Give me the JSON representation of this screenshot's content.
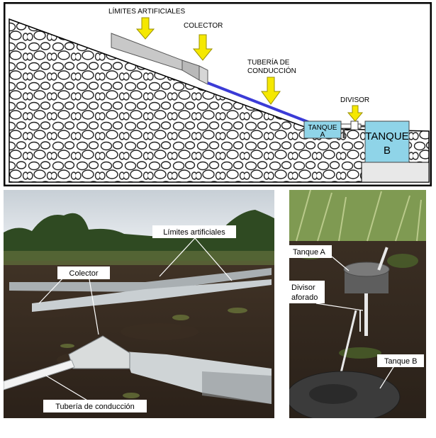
{
  "diagram": {
    "label_limites": "LÍMITES ARTIFICIALES",
    "label_colector": "COLECTOR",
    "label_tuberia_line1": "TUBERÍA DE",
    "label_tuberia_line2": "CONDUCCIÓN",
    "label_divisor": "DIVISOR",
    "tank_a_line1": "TANQUE",
    "tank_a_line2": "A",
    "tank_b_line1": "TANQUE",
    "tank_b_line2": "B",
    "colors": {
      "arrow": "#f5e800",
      "pipe": "#3b3bd6",
      "tank": "#8fd4e8",
      "wall": "#c8c8c8"
    }
  },
  "photo_left": {
    "label_limites": "Límites artificiales",
    "label_colector": "Colector",
    "label_tuberia": "Tubería de conducción"
  },
  "photo_right": {
    "label_tanque_a": "Tanque A",
    "label_divisor_line1": "Divisor",
    "label_divisor_line2": "aforado",
    "label_tanque_b": "Tanque B"
  }
}
